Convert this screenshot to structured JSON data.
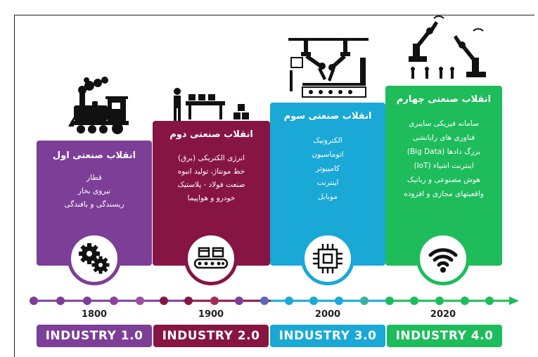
{
  "stages": [
    {
      "id": "industry-1",
      "title": "انقلاب صنعتی اول",
      "items": [
        "قطار",
        "نیروی بخار",
        "ریسندگی و بافندگی"
      ],
      "year": "1800",
      "badge": "INDUSTRY 1.0",
      "color": "#7d3e97",
      "icon": "gears-icon",
      "illustration": "steam-locomotive"
    },
    {
      "id": "industry-2",
      "title": "انقلاب صنعتی دوم",
      "items": [
        "انرژی الکتریکی (برق)",
        "خط مونتاژ، تولید انبوه",
        "صنعت فولاد - پلاستیک",
        "خودرو و هواپیما"
      ],
      "year": "1900",
      "badge": "INDUSTRY 2.0",
      "color": "#861544",
      "icon": "conveyor-icon",
      "illustration": "assembly-line-worker"
    },
    {
      "id": "industry-3",
      "title": "انقلاب صنعتی سوم",
      "items": [
        "الکترونیک",
        "اتوماسیون",
        "کامپیوتر",
        "اینترنت",
        "موبایل"
      ],
      "year": "2000",
      "badge": "INDUSTRY 3.0",
      "color": "#1aa8d6",
      "icon": "chip-icon",
      "illustration": "robotic-arms-factory"
    },
    {
      "id": "industry-4",
      "title": "انقلاب صنعتی چهارم",
      "items": [
        "سامانه فیزیکی سایبری",
        "فناوری های رایانشی",
        "بزرگ دادها (Big Data)",
        "اینترنت اشیاء (IoT)",
        "هوش مصنوعی و رباتیک",
        "واقعیتهای مجازی و افزوده"
      ],
      "year": "2020",
      "badge": "INDUSTRY 4.0",
      "color": "#1ebc5b",
      "icon": "wifi-icon",
      "illustration": "connected-robots"
    }
  ]
}
